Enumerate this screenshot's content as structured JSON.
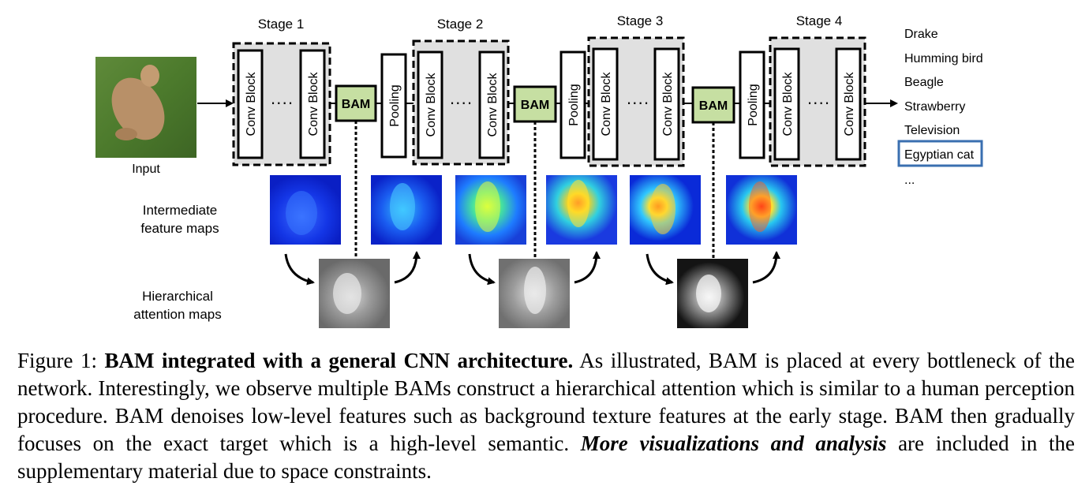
{
  "diagram": {
    "stages": [
      "Stage 1",
      "Stage 2",
      "Stage 3",
      "Stage 4"
    ],
    "input_label": "Input",
    "conv_label": "Conv Block",
    "pooling_label": "Pooling",
    "bam_label": "BAM",
    "ellipsis": "····",
    "outputs": [
      "Drake",
      "Humming bird",
      "Beagle",
      "Strawberry",
      "Television",
      "Egyptian cat",
      "..."
    ],
    "highlighted_output": "Egyptian cat",
    "row_labels": {
      "feature_line1": "Intermediate",
      "feature_line2": "feature maps",
      "attention_line1": "Hierarchical",
      "attention_line2": "attention maps"
    },
    "colors": {
      "bam_fill": "#c6dfa2",
      "stage_fill": "#e0e0e0",
      "highlight_border": "#3a6fb0"
    }
  },
  "caption": {
    "prefix": "Figure 1: ",
    "bold_title": "BAM integrated with a general CNN architecture.",
    "body": " As illustrated, BAM is placed at every bottleneck of the network. Interestingly, we observe multiple BAMs construct a hierarchical attention which is similar to a human perception procedure. BAM denoises low-level features such as background texture features at the early stage. BAM then gradually focuses on the exact target which is a high-level semantic. ",
    "bold_italic": "More visualizations and analysis",
    "suffix": " are included in the supplementary material due to space constraints."
  }
}
